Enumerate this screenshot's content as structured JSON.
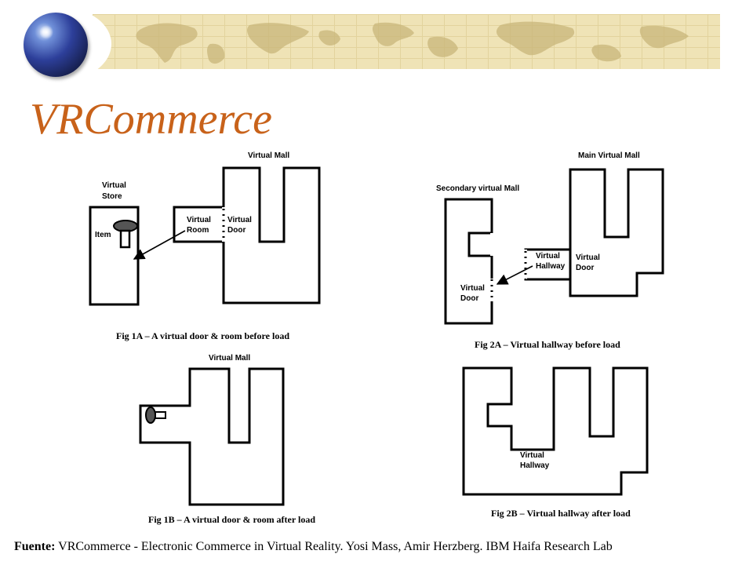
{
  "slide": {
    "title": "VRCommerce"
  },
  "fig1a": {
    "mall_label": "Virtual Mall",
    "store_label_line1": "Virtual",
    "store_label_line2": "Store",
    "item_label": "Item",
    "room_label_line1": "Virtual",
    "room_label_line2": "Room",
    "door_label_line1": "Virtual",
    "door_label_line2": "Door",
    "caption": "Fig 1A – A virtual door & room before load"
  },
  "fig2a": {
    "main_mall_label": "Main Virtual Mall",
    "secondary_mall_label": "Secondary virtual Mall",
    "hallway_label_line1": "Virtual",
    "hallway_label_line2": "Hallway",
    "door_right_line1": "Virtual",
    "door_right_line2": "Door",
    "door_left_line1": "Virtual",
    "door_left_line2": "Door",
    "caption": "Fig 2A – Virtual hallway before load"
  },
  "fig1b": {
    "mall_label": "Virtual Mall",
    "caption": "Fig 1B – A virtual door & room after load"
  },
  "fig2b": {
    "hallway_label_line1": "Virtual",
    "hallway_label_line2": "Hallway",
    "caption": "Fig 2B – Virtual hallway after load"
  },
  "source": {
    "label": "Fuente:",
    "text": " VRCommerce - Electronic Commerce in Virtual Reality. Yosi Mass, Amir Herzberg. IBM Haifa Research Lab"
  },
  "colors": {
    "title": "#c8621a",
    "banner": "#efe3b6"
  }
}
